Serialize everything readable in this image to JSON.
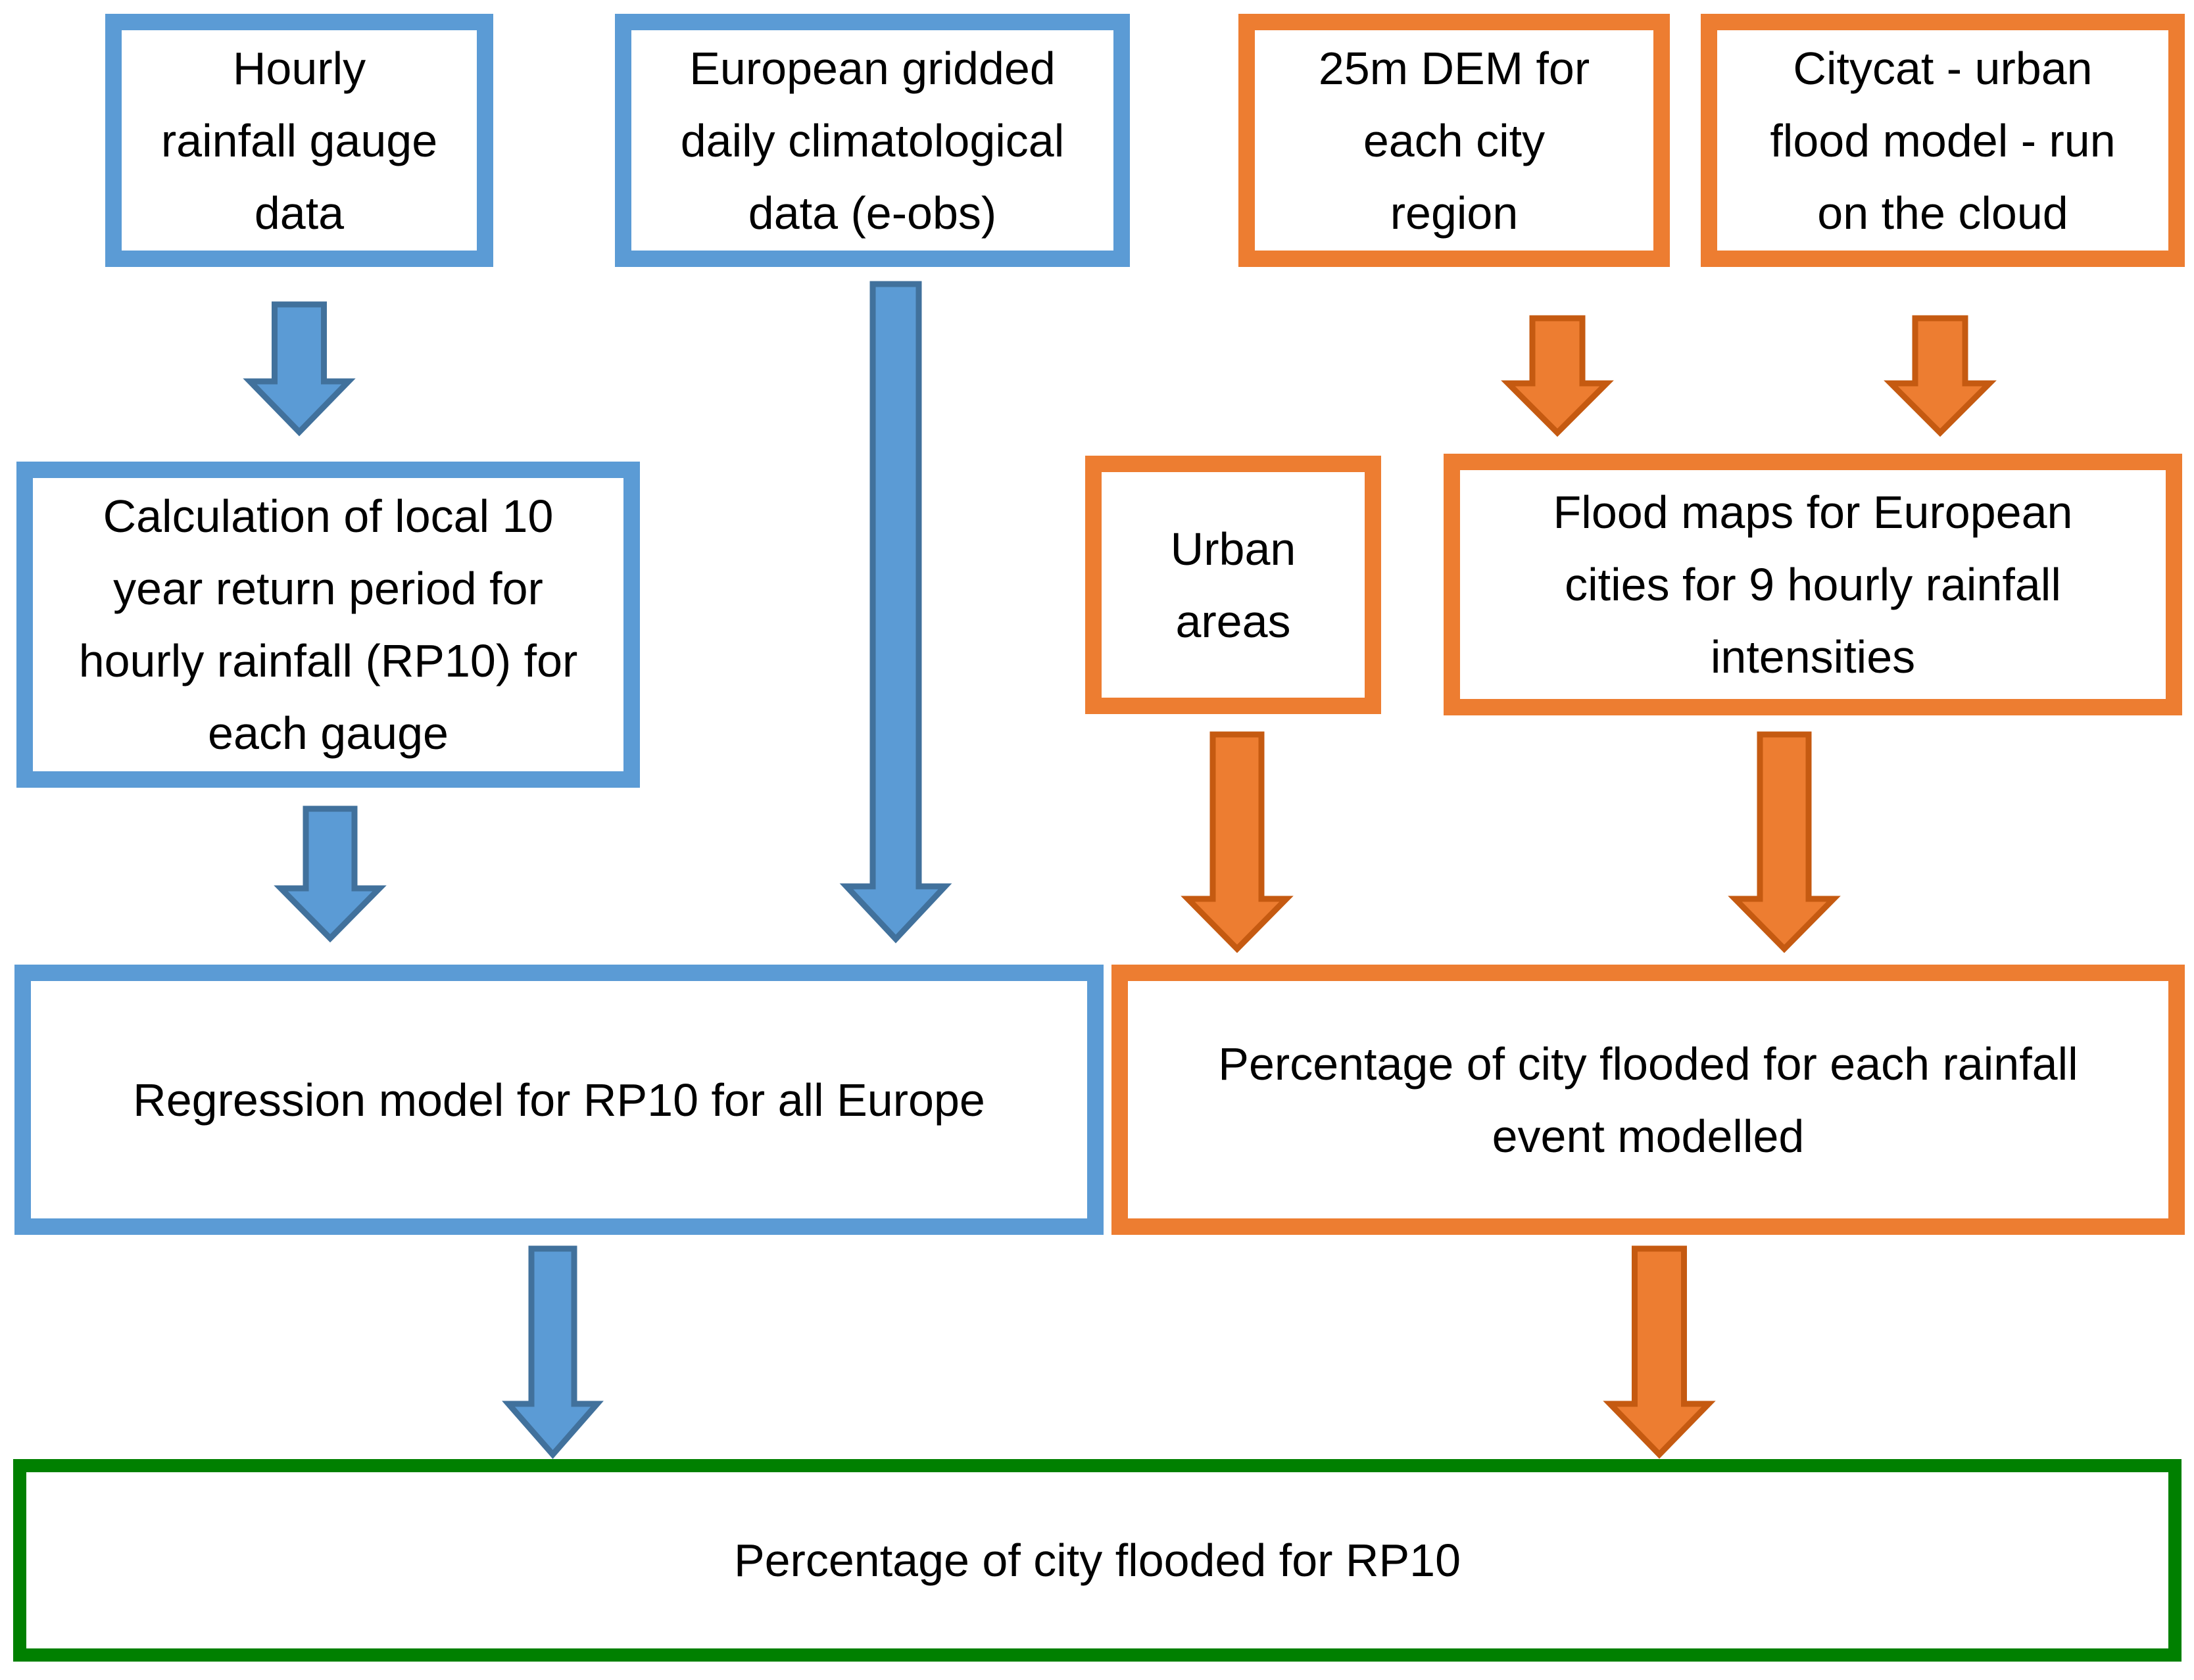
{
  "colors": {
    "blue": "#5B9BD5",
    "blue_dark": "#41719C",
    "orange": "#ED7D31",
    "orange_dark": "#C55A11",
    "green": "#008000",
    "text": "#000000",
    "background": "#FFFFFF"
  },
  "boxes": {
    "hourly_gauge": {
      "color": "blue",
      "lines": [
        "Hourly",
        "rainfall gauge",
        "data"
      ]
    },
    "eobs": {
      "color": "blue",
      "lines": [
        "European gridded",
        "daily climatological",
        "data (e-obs)"
      ]
    },
    "dem": {
      "color": "orange",
      "lines": [
        "25m DEM for",
        "each city",
        "region"
      ]
    },
    "citycat": {
      "color": "orange",
      "lines": [
        "Citycat - urban",
        "flood model - run",
        "on the cloud"
      ]
    },
    "rp10_calc": {
      "color": "blue",
      "lines": [
        "Calculation of local 10",
        "year return period for",
        "hourly rainfall (RP10) for",
        "each gauge"
      ]
    },
    "urban_areas": {
      "color": "orange",
      "lines": [
        "Urban",
        "areas"
      ]
    },
    "flood_maps": {
      "color": "orange",
      "lines": [
        "Flood maps for European",
        "cities for 9 hourly rainfall",
        "intensities"
      ]
    },
    "regression": {
      "color": "blue",
      "lines": [
        "Regression model for RP10 for all Europe"
      ]
    },
    "pct_flooded_events": {
      "color": "orange",
      "lines": [
        "Percentage of city flooded for each rainfall",
        "event modelled"
      ]
    },
    "pct_flooded_rp10": {
      "color": "green",
      "lines": [
        "Percentage of city flooded for RP10"
      ]
    }
  },
  "arrows": [
    {
      "name": "arrow-hourly-gauge-to-rp10-calc",
      "color": "blue"
    },
    {
      "name": "arrow-eobs-to-regression",
      "color": "blue"
    },
    {
      "name": "arrow-dem-to-flood-maps",
      "color": "orange"
    },
    {
      "name": "arrow-citycat-to-flood-maps",
      "color": "orange"
    },
    {
      "name": "arrow-rp10-calc-to-regression",
      "color": "blue"
    },
    {
      "name": "arrow-urban-areas-to-pct-events",
      "color": "orange"
    },
    {
      "name": "arrow-flood-maps-to-pct-events",
      "color": "orange"
    },
    {
      "name": "arrow-regression-to-pct-rp10",
      "color": "blue"
    },
    {
      "name": "arrow-pct-events-to-pct-rp10",
      "color": "orange"
    }
  ]
}
